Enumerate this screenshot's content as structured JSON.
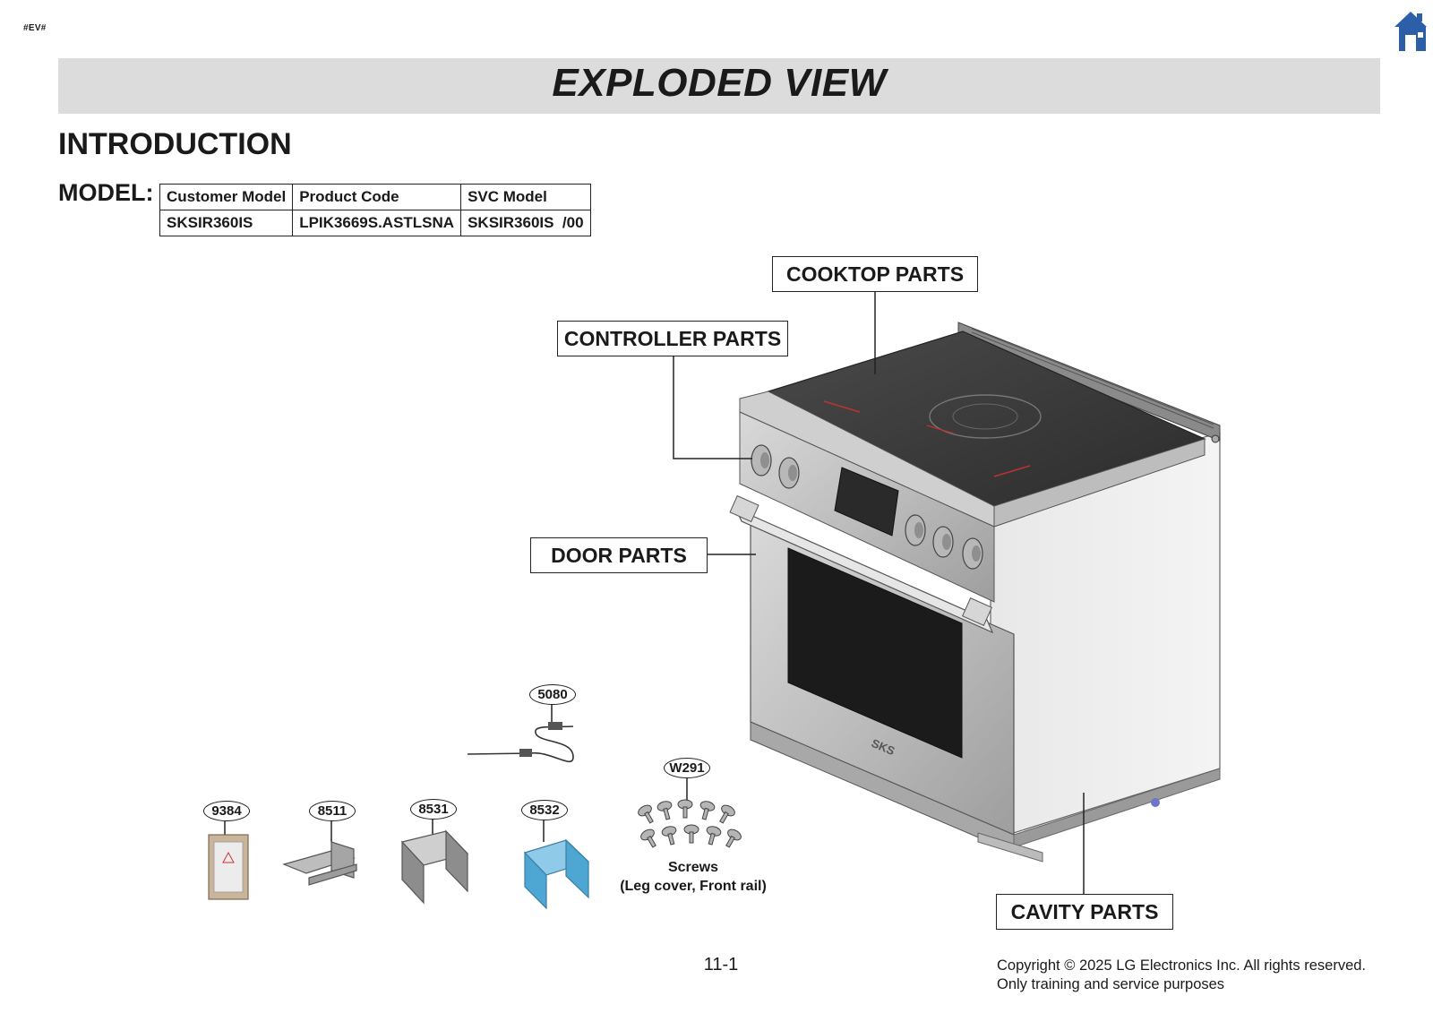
{
  "header": {
    "tag": "#EV#",
    "title": "EXPLODED VIEW",
    "home_icon": "home-icon"
  },
  "intro": {
    "heading": "INTRODUCTION",
    "model_label": "MODEL:"
  },
  "model_table": {
    "headers": [
      "Customer Model",
      "Product Code",
      "SVC Model"
    ],
    "row": [
      "SKSIR360IS",
      "LPIK3669S.ASTLSNA",
      "SKSIR360IS  /00"
    ]
  },
  "callouts": {
    "cooktop": "COOKTOP PARTS",
    "controller": "CONTROLLER PARTS",
    "door": "DOOR PARTS",
    "cavity": "CAVITY PARTS"
  },
  "parts": {
    "p5080": "5080",
    "w291": "W291",
    "p9384": "9384",
    "p8511": "8511",
    "p8531": "8531",
    "p8532": "8532"
  },
  "screws": {
    "line1": "Screws",
    "line2": "(Leg cover, Front rail)"
  },
  "range_brand": "SKS",
  "footer": {
    "page_number": "11-1",
    "copyright": "Copyright © 2025 LG Electronics Inc. All rights reserved.",
    "notice": "Only training and service purposes"
  },
  "colors": {
    "title_bar": "#dcdcdc",
    "home_icon": "#2d5ea8",
    "bracket_blue": "#5aaed6"
  }
}
